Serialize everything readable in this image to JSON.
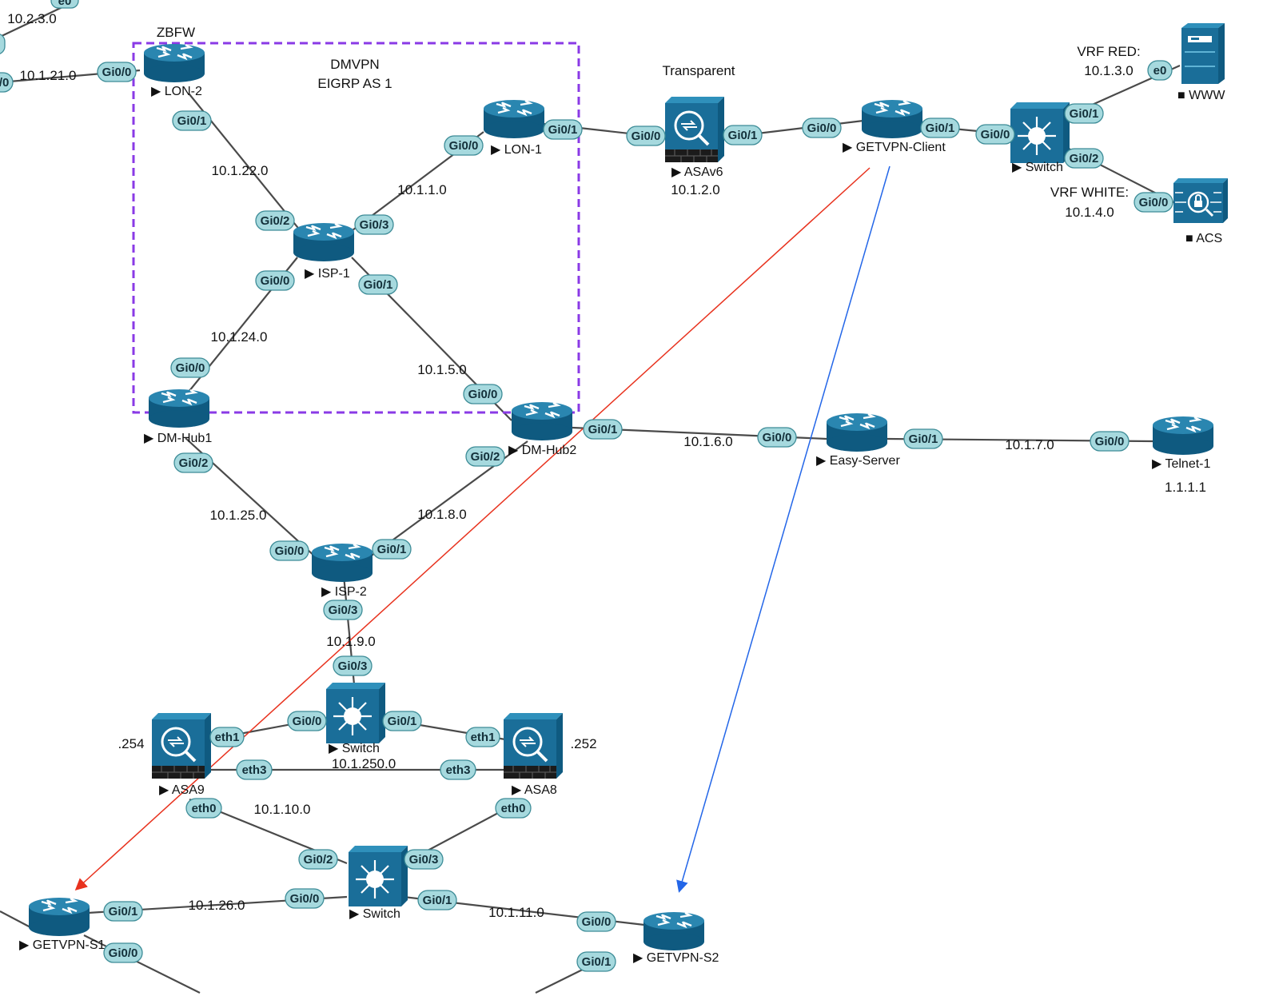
{
  "colors": {
    "device": "#1a6e99",
    "device_dark": "#0f5a80",
    "interface_fill": "#a6d9de",
    "interface_border": "#3d8c97",
    "link": "#4a4a4a",
    "zone_border": "#8a3ae6",
    "arrow_red": "#e8321e",
    "arrow_blue": "#2366e8"
  },
  "zone": {
    "title": "DMVPN",
    "subtitle": "EIGRP AS 1"
  },
  "nodes": {
    "lon2": {
      "name": "LON-2",
      "tag": "ZBFW"
    },
    "lon1": {
      "name": "LON-1"
    },
    "isp1": {
      "name": "ISP-1"
    },
    "dmhub1": {
      "name": "DM-Hub1"
    },
    "dmhub2": {
      "name": "DM-Hub2"
    },
    "isp2": {
      "name": "ISP-2"
    },
    "asav6": {
      "name": "ASAv6",
      "tag": "Transparent",
      "subnet": "10.1.2.0"
    },
    "getvpn_client": {
      "name": "GETVPN-Client"
    },
    "switch_top": {
      "name": "Switch"
    },
    "www": {
      "name": "WWW"
    },
    "acs": {
      "name": "ACS"
    },
    "easy_server": {
      "name": "Easy-Server"
    },
    "telnet1": {
      "name": "Telnet-1",
      "address": "1.1.1.1"
    },
    "switch_mid": {
      "name": "Switch"
    },
    "asa9": {
      "name": "ASA9",
      "address": ".254"
    },
    "asa8": {
      "name": "ASA8",
      "address": ".252"
    },
    "switch_bottom": {
      "name": "Switch"
    },
    "getvpn_s1": {
      "name": "GETVPN-S1"
    },
    "getvpn_s2": {
      "name": "GETVPN-S2"
    }
  },
  "vrf": {
    "red_label": "VRF RED:",
    "red_subnet": "10.1.3.0",
    "white_label": "VRF WHITE:",
    "white_subnet": "10.1.4.0"
  },
  "subnets": {
    "s_10_2_3": "10.2.3.0",
    "s_10_1_21": "10.1.21.0",
    "s_10_1_22": "10.1.22.0",
    "s_10_1_1": "10.1.1.0",
    "s_10_1_24": "10.1.24.0",
    "s_10_1_5": "10.1.5.0",
    "s_10_1_6": "10.1.6.0",
    "s_10_1_7": "10.1.7.0",
    "s_10_1_25": "10.1.25.0",
    "s_10_1_8": "10.1.8.0",
    "s_10_1_9": "10.1.9.0",
    "s_10_1_250": "10.1.250.0",
    "s_10_1_10": "10.1.10.0",
    "s_10_1_26": "10.1.26.0",
    "s_10_1_11": "10.1.11.0"
  },
  "interfaces": {
    "gi00": "Gi0/0",
    "gi01": "Gi0/1",
    "gi02": "Gi0/2",
    "gi03": "Gi0/3",
    "e0": "e0",
    "eth0": "eth0",
    "eth1": "eth1",
    "eth3": "eth3"
  }
}
